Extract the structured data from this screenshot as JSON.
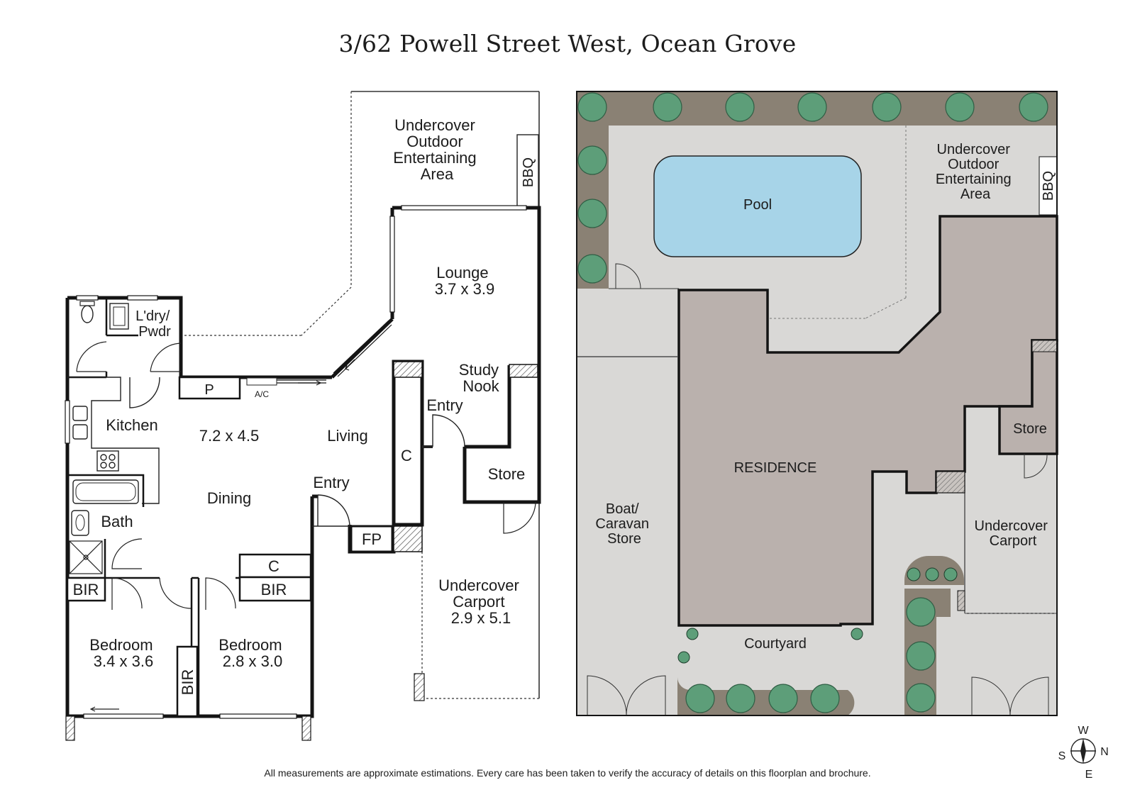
{
  "title": "3/62 Powell Street West, Ocean Grove",
  "floor_plan": {
    "undercover_outdoor": [
      "Undercover",
      "Outdoor",
      "Entertaining",
      "Area"
    ],
    "bbq": "BBQ",
    "lounge": [
      "Lounge",
      "3.7 x 3.9"
    ],
    "laundry": [
      "L'dry/",
      "Pwdr"
    ],
    "pantry": "P",
    "ac": "A/C",
    "study_nook": [
      "Study",
      "Nook"
    ],
    "kitchen": "Kitchen",
    "kitchen_dims": "7.2 x 4.5",
    "living": "Living",
    "entry_1": "Entry",
    "entry_2": "Entry",
    "cupboard_1": "C",
    "cupboard_2": "C",
    "store": "Store",
    "dining": "Dining",
    "bath": "Bath",
    "fireplace": "FP",
    "bir_1": "BIR",
    "bir_2": "BIR",
    "bir_3": "BIR",
    "carport": [
      "Undercover",
      "Carport",
      "2.9 x 5.1"
    ],
    "bedroom_1": [
      "Bedroom",
      "3.4 x 3.6"
    ],
    "bedroom_2": [
      "Bedroom",
      "2.8 x 3.0"
    ]
  },
  "site_plan": {
    "pool": "Pool",
    "undercover_outdoor": [
      "Undercover",
      "Outdoor",
      "Entertaining",
      "Area"
    ],
    "bbq": "BBQ",
    "residence": "RESIDENCE",
    "store": "Store",
    "boat_store": [
      "Boat/",
      "Caravan",
      "Store"
    ],
    "carport": [
      "Undercover",
      "Carport"
    ],
    "courtyard": "Courtyard"
  },
  "compass": {
    "w": "W",
    "n": "N",
    "s": "S",
    "e": "E"
  },
  "disclaimer": "All measurements are approximate estimations. Every care has been taken to verify the accuracy of details on this floorplan and brochure.",
  "colors": {
    "wall": "#141414",
    "garden": "#8a8174",
    "paving": "#d9d8d6",
    "residence": "#bab1ad",
    "pool": "#a7d4e8",
    "shrub": "#5d9e79"
  }
}
